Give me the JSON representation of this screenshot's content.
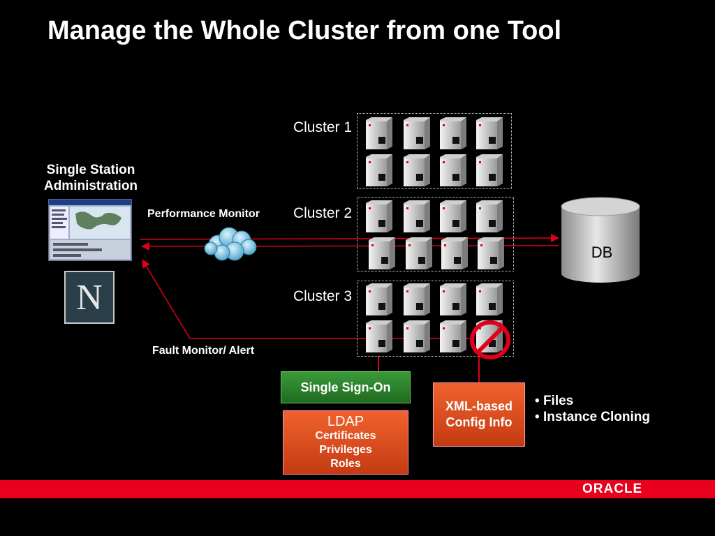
{
  "title": "Manage the Whole Cluster from one Tool",
  "station": {
    "label": "Single Station Administration"
  },
  "clusters": [
    {
      "label": "Cluster 1"
    },
    {
      "label": "Cluster 2"
    },
    {
      "label": "Cluster 3"
    }
  ],
  "labels": {
    "performance_monitor": "Performance Monitor",
    "fault_monitor": "Fault Monitor/ Alert"
  },
  "db": {
    "label": "DB"
  },
  "sso": {
    "label": "Single Sign-On"
  },
  "ldap": {
    "title": "LDAP",
    "items": [
      "Certificates",
      "Privileges",
      "Roles"
    ]
  },
  "xml": {
    "line1": "XML-based",
    "line2": "Config Info"
  },
  "bullets": [
    "Files",
    "Instance Cloning"
  ],
  "footer": {
    "brand": "ORACLE"
  },
  "colors": {
    "accent_red": "#e8001c",
    "sso_green": "#2e8b2e",
    "ldap_orange": "#e5511f"
  }
}
